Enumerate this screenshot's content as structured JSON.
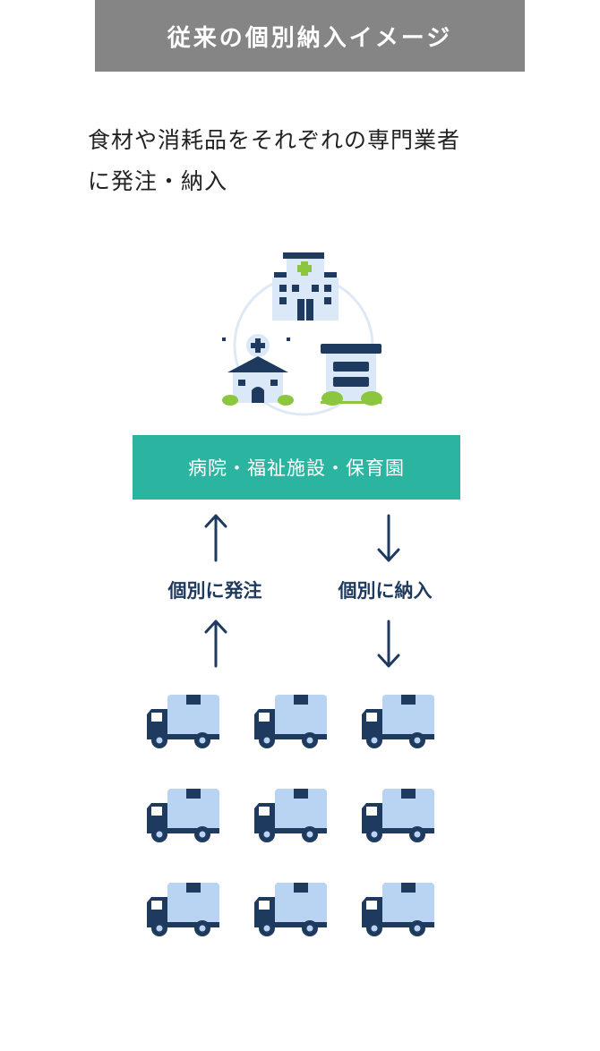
{
  "header": {
    "title": "従来の個別納入イメージ"
  },
  "description": {
    "lines": [
      "食材や消耗品をそれぞれの専門業者",
      "に発注・納入"
    ]
  },
  "facility": {
    "label": "病院・福祉施設・保育園"
  },
  "flow": {
    "order_label": "個別に発注",
    "delivery_label": "個別に納入"
  },
  "icons": {
    "facilities": [
      "hospital-icon",
      "clinic-icon",
      "care-facility-icon"
    ],
    "arrows": [
      "arrow-up-icon",
      "arrow-down-icon"
    ],
    "vendors": "delivery-truck-icon"
  },
  "vendors": {
    "truck_count": 9
  },
  "colors": {
    "title_bg": "#858585",
    "facility_box": "#2bb5a1",
    "navy": "#1f3a5f",
    "light_blue": "#b9d4f3",
    "green": "#8cc63f"
  }
}
